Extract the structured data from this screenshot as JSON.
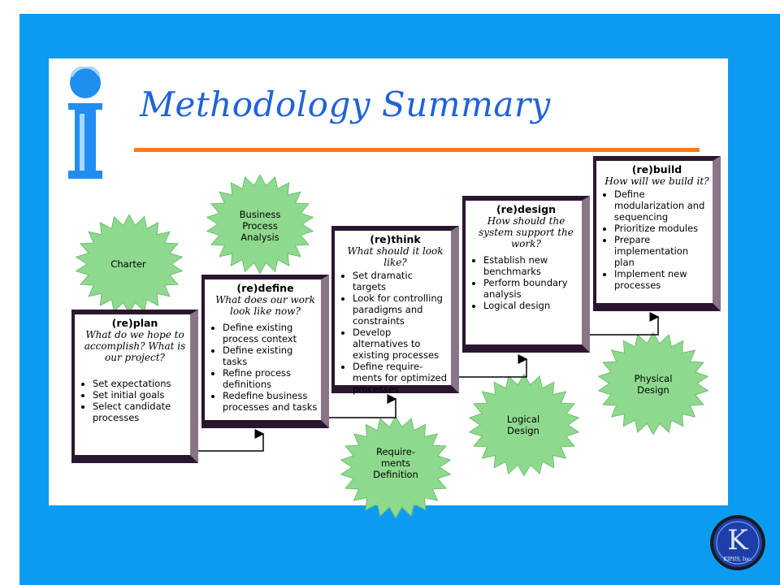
{
  "title": "Methodology Summary",
  "steps": [
    {
      "id": "replan",
      "heading": "(re)plan",
      "question": "What do we hope to accomplish? What is our project?",
      "items": [
        "Set expectations",
        "Set initial goals",
        "Select candidate processes"
      ]
    },
    {
      "id": "redefine",
      "heading": "(re)define",
      "question": "What does our work look like now?",
      "items": [
        "Define existing process context",
        "Define existing tasks",
        "Refine process definitions",
        "Redefine business processes and tasks"
      ]
    },
    {
      "id": "rethink",
      "heading": "(re)think",
      "question": "What should it look like?",
      "items": [
        "Set dramatic targets",
        "Look for controlling paradigms and constraints",
        "Develop alternatives to existing processes",
        "Define require-ments for optimized processes"
      ]
    },
    {
      "id": "redesign",
      "heading": "(re)design",
      "question": "How should the system support the work?",
      "items": [
        "Establish new benchmarks",
        "Perform boundary analysis",
        "Logical design"
      ]
    },
    {
      "id": "rebuild",
      "heading": "(re)build",
      "question": "How will we build it?",
      "items": [
        "Define modularization and sequencing",
        "Prioritize modules",
        "Prepare implementation plan",
        "Implement new processes"
      ]
    }
  ],
  "bursts": [
    {
      "id": "charter",
      "label": "Charter"
    },
    {
      "id": "business-process-analysis",
      "label": "Business Process Analysis"
    },
    {
      "id": "requirements-definition",
      "label": "Require-ments Definition"
    },
    {
      "id": "logical-design",
      "label": "Logical Design"
    },
    {
      "id": "physical-design",
      "label": "Physical Design"
    }
  ],
  "logo": {
    "letter": "K",
    "text": "KIPIIS, Inc."
  },
  "colors": {
    "frame": "#0b9cf2",
    "title": "#1f63d9",
    "rule": "#ff7a1a",
    "burst_fill": "#8fd98f",
    "box_border": "#2b1630"
  }
}
